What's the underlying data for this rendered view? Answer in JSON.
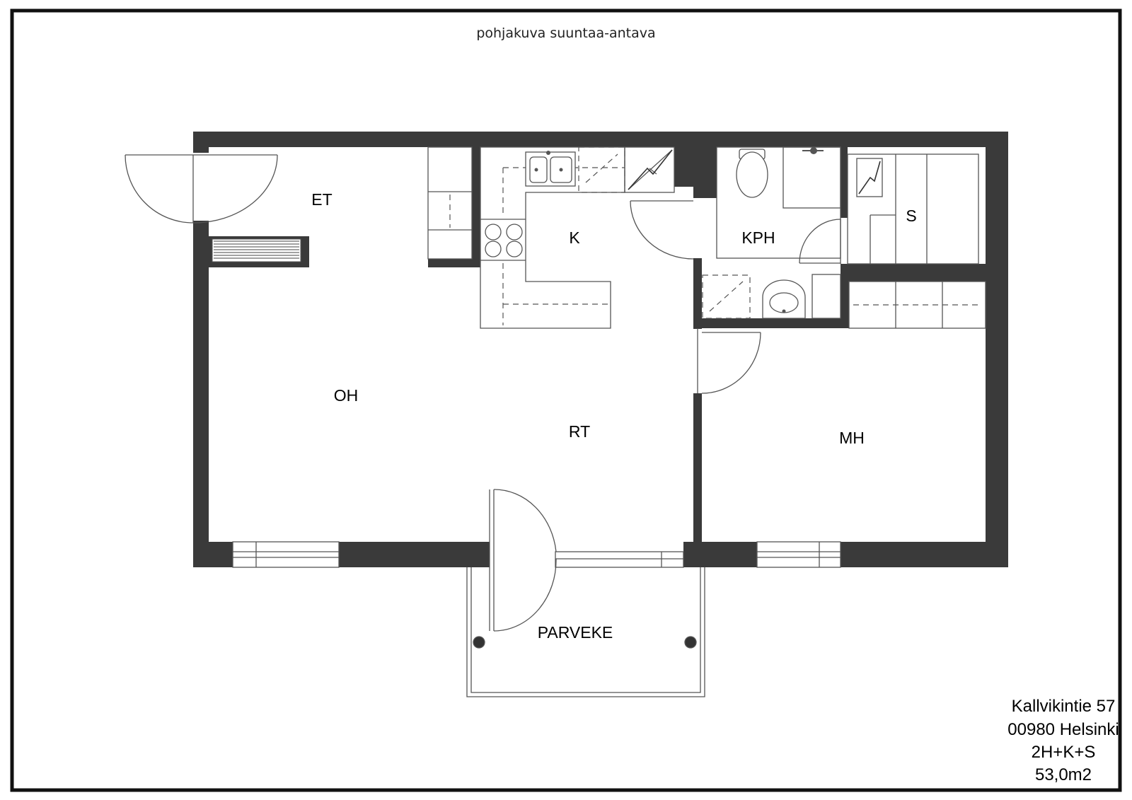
{
  "subtitle": "pohjakuva suuntaa-antava",
  "rooms": {
    "et": "ET",
    "k": "K",
    "kph": "KPH",
    "s": "S",
    "oh": "OH",
    "rt": "RT",
    "mh": "MH",
    "parveke": "PARVEKE"
  },
  "info": {
    "street": "Kallvikintie  57",
    "city": "00980  Helsinki",
    "type": "2H+K+S",
    "area": "53,0m2"
  },
  "colors": {
    "wall": "#3a3a3a",
    "frame": "#111111",
    "line": "#555555"
  }
}
